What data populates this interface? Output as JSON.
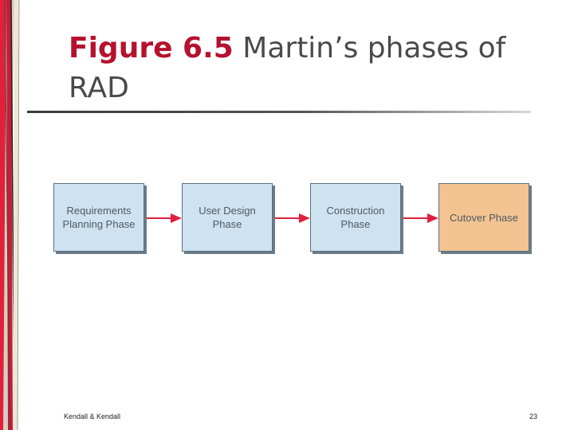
{
  "slide": {
    "title_label": "Figure 6.5",
    "title_text": "Martin’s phases of RAD"
  },
  "diagram": {
    "phases": [
      {
        "label": "Requirements\nPlanning Phase"
      },
      {
        "label": "User Design\nPhase"
      },
      {
        "label": "Construction\nPhase"
      },
      {
        "label": "Cutover Phase"
      }
    ],
    "colors": {
      "phase_fill": "#cfe2f1",
      "final_phase_fill": "#f3c391",
      "arrow": "#e0203c"
    }
  },
  "footer": {
    "author": "Kendall & Kendall",
    "page_number": "23"
  },
  "theme": {
    "accent": "#b5122e"
  }
}
